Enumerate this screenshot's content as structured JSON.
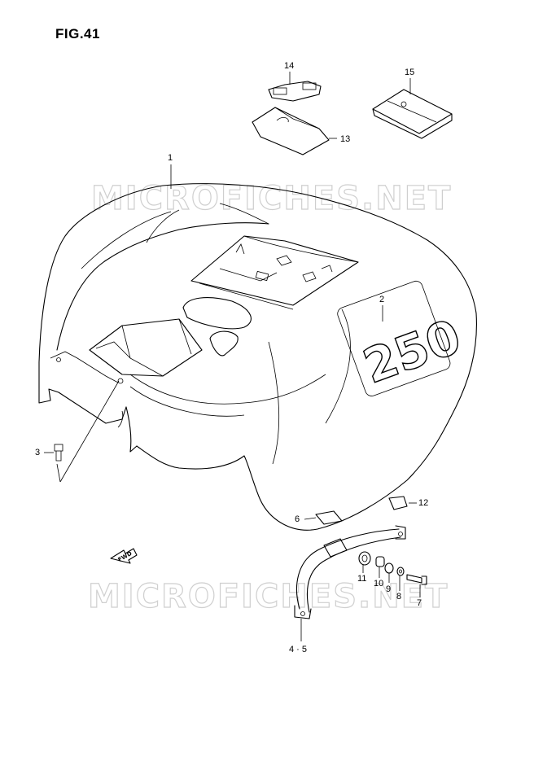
{
  "figure": {
    "title": "FIG.41"
  },
  "watermark": {
    "text": "MICROFICHES.NET"
  },
  "fwd_arrow": {
    "text": "FWD"
  },
  "decal_text": {
    "text": "250"
  },
  "callouts": [
    {
      "id": "1",
      "label": "1"
    },
    {
      "id": "2",
      "label": "2"
    },
    {
      "id": "3",
      "label": "3"
    },
    {
      "id": "4_5",
      "label": "4 · 5"
    },
    {
      "id": "6",
      "label": "6"
    },
    {
      "id": "7",
      "label": "7"
    },
    {
      "id": "8",
      "label": "8"
    },
    {
      "id": "9",
      "label": "9"
    },
    {
      "id": "10",
      "label": "10"
    },
    {
      "id": "11",
      "label": "11"
    },
    {
      "id": "12",
      "label": "12"
    },
    {
      "id": "13",
      "label": "13"
    },
    {
      "id": "14",
      "label": "14"
    },
    {
      "id": "15",
      "label": "15"
    }
  ]
}
